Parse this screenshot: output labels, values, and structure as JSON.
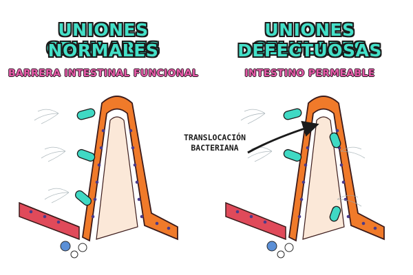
{
  "left_panel": {
    "title_line1": "UNIONES CELULARES",
    "title_line2": "NORMALES",
    "subtitle": "BARRERA INTESTINAL FUNCIONAL"
  },
  "right_panel": {
    "title_line1": "UNIONES CELULARES",
    "title_line2": "DEFECTUOSAS",
    "subtitle": "INTESTINO PERMEABLE"
  },
  "annotation": {
    "line1": "TRANSLOCACIÓN",
    "line2": "BACTERIANA"
  },
  "colors": {
    "title_fill": "#44e0c8",
    "subtitle_fill": "#e65aa8",
    "cell_orange": "#f07a2a",
    "cell_pink": "#e04a5a",
    "nucleus": "#4a3a8a",
    "bacteria": "#3fd9c4"
  }
}
